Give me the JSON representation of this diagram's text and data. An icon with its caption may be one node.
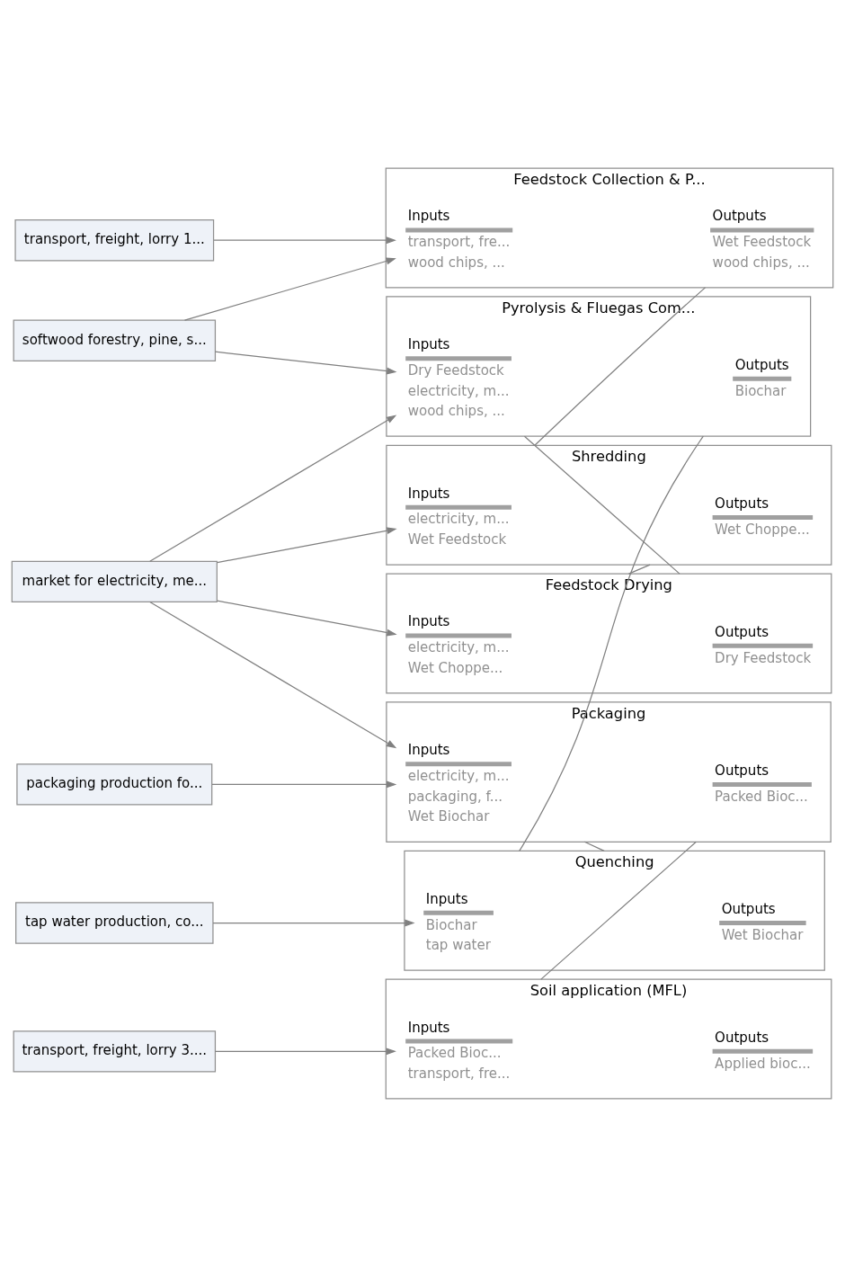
{
  "diagram": {
    "nodes": [
      {
        "text": [
          "transport, freight, lorry 1..."
        ]
      },
      {
        "text": [
          "softwood forestry, pine, s..."
        ]
      },
      {
        "text": [
          "market for electricity, me..."
        ]
      },
      {
        "text": [
          "tap water production, co..."
        ]
      },
      {
        "text": [
          "packaging production fo..."
        ]
      },
      {
        "text": [
          "transport, freight, lorry 3...."
        ]
      },
      {
        "text": [
          "Feedstock Collection & P..."
        ]
      },
      {
        "text": [
          "Inputs",
          "transport, fre...",
          "wood chips, ..."
        ],
        "in": 6
      },
      {
        "text": [
          "Outputs",
          "Wet Feedstock",
          "wood chips, ..."
        ],
        "in": 6
      },
      {
        "text": [
          "Shredding"
        ]
      },
      {
        "text": [
          "Inputs",
          "electricity, m...",
          "Wet Feedstock"
        ],
        "in": 9
      },
      {
        "text": [
          "Outputs",
          "Wet Choppe..."
        ],
        "in": 9
      },
      {
        "text": [
          "Feedstock Drying"
        ]
      },
      {
        "text": [
          "Inputs",
          "electricity, m...",
          "Wet Choppe..."
        ],
        "in": 12
      },
      {
        "text": [
          "Outputs",
          "Dry Feedstock"
        ],
        "in": 12
      },
      {
        "text": [
          "Pyrolysis & Fluegas Com..."
        ]
      },
      {
        "text": [
          "Inputs",
          "Dry Feedstock",
          "electricity, m...",
          "wood chips, ..."
        ],
        "in": 15
      },
      {
        "text": [
          "Outputs",
          "Biochar"
        ],
        "in": 15
      },
      {
        "text": [
          "Quenching"
        ]
      },
      {
        "text": [
          "Inputs",
          "Biochar",
          "tap water"
        ],
        "in": 18
      },
      {
        "text": [
          "Outputs",
          "Wet Biochar"
        ],
        "in": 18
      },
      {
        "text": [
          "Packaging"
        ]
      },
      {
        "text": [
          "Inputs",
          "electricity, m...",
          "packaging, f...",
          "Wet Biochar"
        ],
        "in": 21
      },
      {
        "text": [
          "Outputs",
          "Packed Bioc..."
        ],
        "in": 21
      },
      {
        "text": [
          "Soil application (MFL)"
        ]
      },
      {
        "text": [
          "Inputs",
          "Packed Bioc...",
          "transport, fre..."
        ],
        "in": 24
      },
      {
        "text": [
          "Outputs",
          "Applied bioc..."
        ],
        "in": 24
      }
    ],
    "edges": [
      {
        "from": 0,
        "to": 7,
        "arrow": "to"
      },
      {
        "from": 1,
        "to": 7,
        "arrow": "to"
      },
      {
        "from": 2,
        "to": 10,
        "arrow": "to"
      },
      {
        "from": 2,
        "to": 13,
        "arrow": "to"
      },
      {
        "from": 2,
        "to": 16,
        "arrow": "to"
      },
      {
        "from": 1,
        "to": 16,
        "arrow": "to"
      },
      {
        "from": 3,
        "to": 19,
        "arrow": "to"
      },
      {
        "from": 2,
        "to": 22,
        "arrow": "to"
      },
      {
        "from": 4,
        "to": 22,
        "arrow": "to"
      },
      {
        "from": 5,
        "to": 25,
        "arrow": "to"
      },
      {
        "from": 6,
        "to": 9,
        "arrow": "none"
      },
      {
        "from": 9,
        "to": 12,
        "arrow": "none"
      },
      {
        "from": 12,
        "to": 15,
        "arrow": "none"
      },
      {
        "from": 15,
        "to": 18,
        "arrow": "none"
      },
      {
        "from": 18,
        "to": 21,
        "arrow": "none"
      },
      {
        "from": 21,
        "to": 24,
        "arrow": "none"
      }
    ]
  }
}
